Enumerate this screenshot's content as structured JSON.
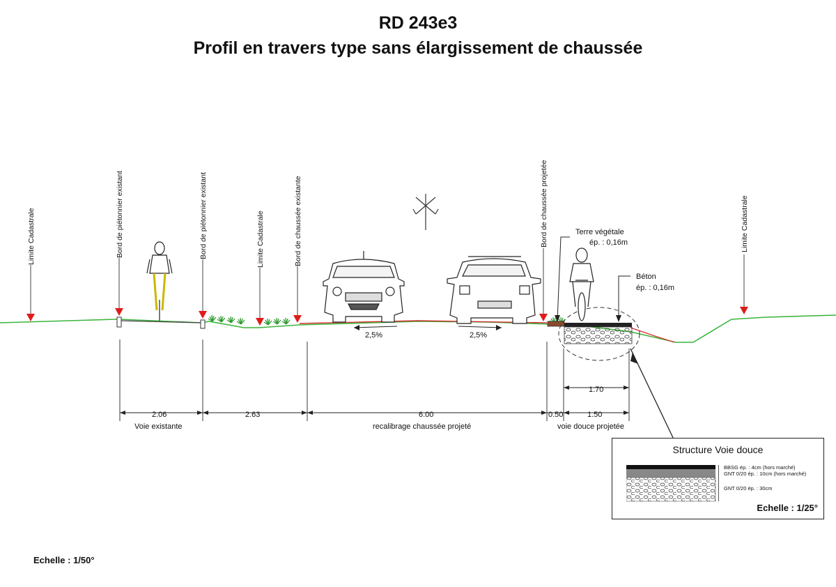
{
  "title": "RD 243e3",
  "subtitle": "Profil en travers type sans élargissement de chaussée",
  "markers": [
    {
      "id": "limite-cadastrale-left",
      "label": "Limite Cadastrale"
    },
    {
      "id": "bord-pietonnier-1",
      "label": "Bord de piétonnier existant"
    },
    {
      "id": "bord-pietonnier-2",
      "label": "Bord de piétonnier existant"
    },
    {
      "id": "limite-cadastrale-mid",
      "label": "Limite Cadastrale"
    },
    {
      "id": "bord-chaussee-existante",
      "label": "Bord de chaussée existante"
    },
    {
      "id": "bord-chaussee-projetee",
      "label": "Bord de chaussée projetée"
    },
    {
      "id": "limite-cadastrale-right",
      "label": "Limite Cadastrale"
    }
  ],
  "slopes": [
    "2,5%",
    "2,5%"
  ],
  "annotations": {
    "terre_label": "Terre végétale",
    "terre_ep": "ép. : 0,16m",
    "beton_label": "Béton",
    "beton_ep": "ép. : 0,16m"
  },
  "dimensions": {
    "voie_existante": {
      "value": "2.06",
      "label": "Voie existante"
    },
    "accotement": {
      "value": "2.63"
    },
    "chaussee": {
      "value": "6.00",
      "label": "recalibrage chaussée projeté"
    },
    "bande": {
      "value": "0.50"
    },
    "voie_douce": {
      "value": "1.50",
      "label": "voie douce projetée"
    },
    "total_voie_douce": {
      "value": "1.70"
    }
  },
  "legend": {
    "title": "Structure Voie douce",
    "layer1": "BBSG ép. : 4cm (hors marché)",
    "layer2": "GNT 0/20 ép. : 10cm (hors marché)",
    "layer3": "GNT 0/20 ép. : 30cm",
    "scale": "Echelle : 1/25°"
  },
  "scale": "Echelle : 1/50°",
  "colors": {
    "ground": "#3cb43c",
    "marker": "#e01b1b",
    "projected": "#d23030",
    "grass": "#2e9b2e"
  }
}
